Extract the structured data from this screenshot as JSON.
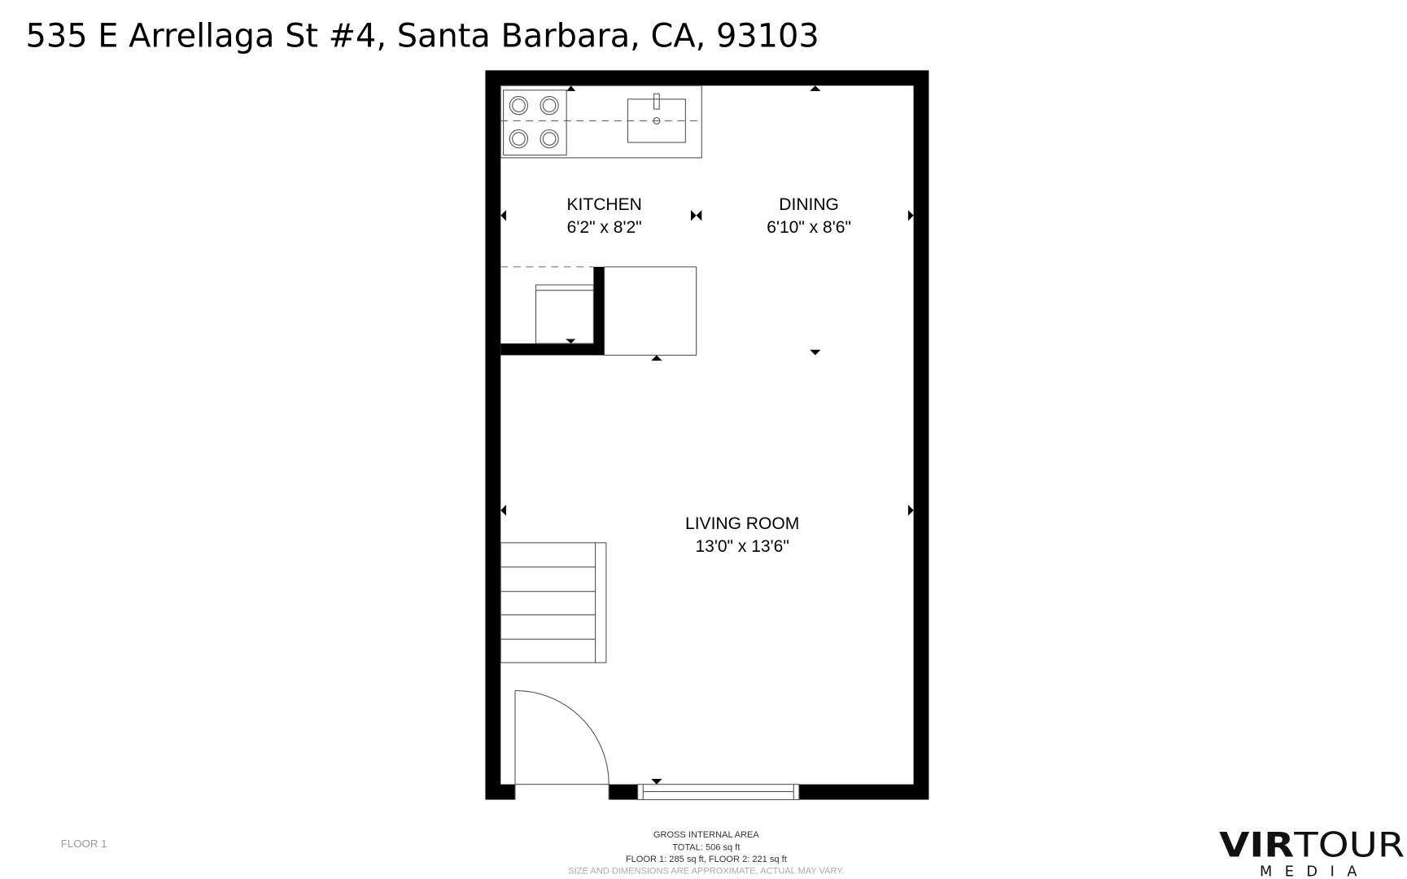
{
  "title": "535 E Arrellaga St #4, Santa Barbara, CA, 93103",
  "rooms": {
    "kitchen": {
      "name": "KITCHEN",
      "dims": "6'2\" x 8'2\""
    },
    "dining": {
      "name": "DINING",
      "dims": "6'10\" x 8'6\""
    },
    "living": {
      "name": "LIVING ROOM",
      "dims": "13'0\" x 13'6\""
    }
  },
  "floor_label": "FLOOR 1",
  "area": {
    "heading": "GROSS INTERNAL AREA",
    "total": "TOTAL: 506 sq ft",
    "floors": "FLOOR 1: 285 sq ft, FLOOR 2: 221 sq ft",
    "disclaimer": "SIZE AND DIMENSIONS ARE APPROXIMATE, ACTUAL MAY VARY."
  },
  "logo": {
    "bold": "VIR",
    "light": "TOUR",
    "sub": "MEDIA"
  }
}
